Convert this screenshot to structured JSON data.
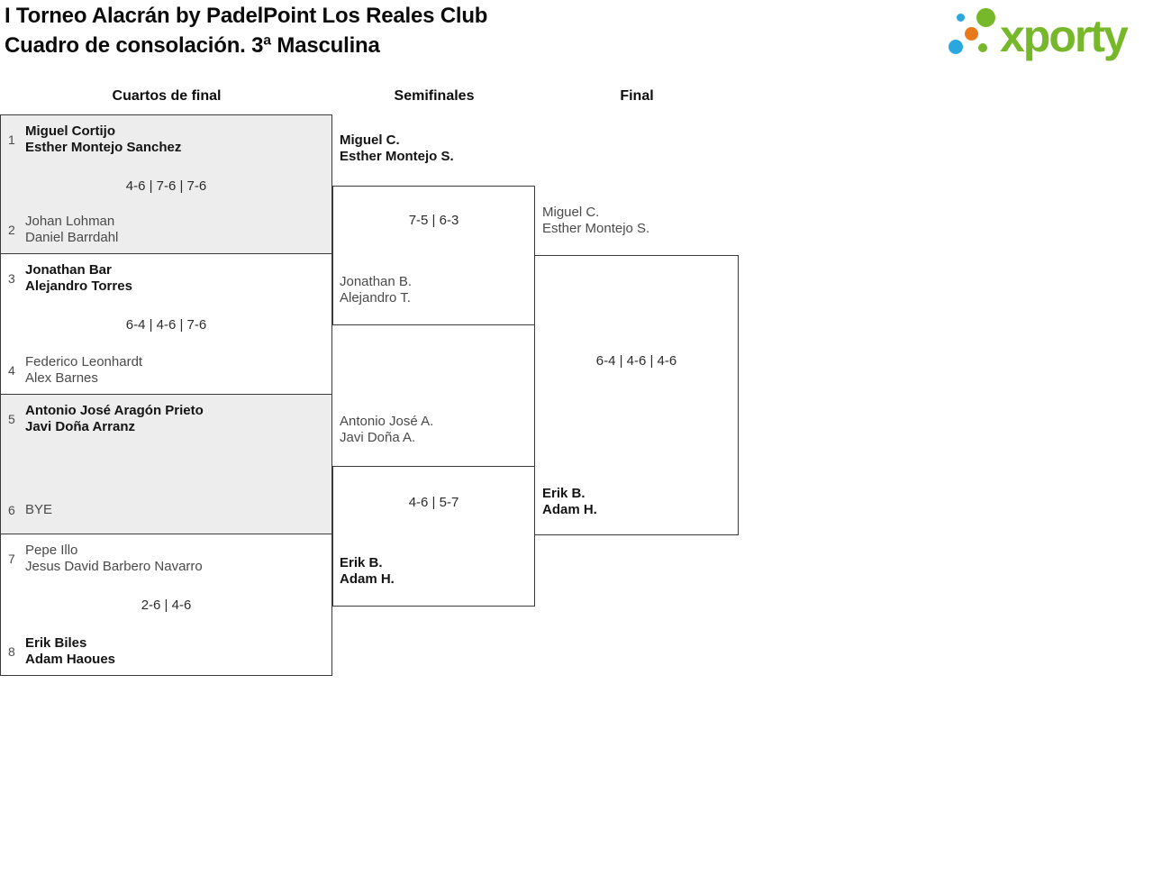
{
  "header": {
    "title_line1": "I Torneo Alacrán by PadelPoint Los Reales Club",
    "title_line2": "Cuadro de consolación. 3ª Masculina"
  },
  "logo": {
    "text": "xporty",
    "colors": {
      "green": "#76b82a",
      "blue": "#29a8e0",
      "orange": "#e87a1e"
    }
  },
  "round_headers": {
    "quarterfinals": "Cuartos de final",
    "semifinals": "Semifinales",
    "final": "Final"
  },
  "quarterfinals": [
    {
      "seed_top": "1",
      "team_top": [
        "Miguel Cortijo",
        "Esther Montejo Sanchez"
      ],
      "score": "4-6 | 7-6 | 7-6",
      "seed_bottom": "2",
      "team_bottom": [
        "Johan Lohman",
        "Daniel Barrdahl"
      ],
      "winner": "top"
    },
    {
      "seed_top": "3",
      "team_top": [
        "Jonathan Bar",
        "Alejandro Torres"
      ],
      "score": "6-4 | 4-6 | 7-6",
      "seed_bottom": "4",
      "team_bottom": [
        "Federico Leonhardt",
        "Alex Barnes"
      ],
      "winner": "top"
    },
    {
      "seed_top": "5",
      "team_top": [
        "Antonio José Aragón Prieto",
        "Javi Doña Arranz"
      ],
      "score": "",
      "seed_bottom": "6",
      "team_bottom": [
        "BYE"
      ],
      "winner": "top"
    },
    {
      "seed_top": "7",
      "team_top": [
        "Pepe Illo",
        "Jesus David Barbero Navarro"
      ],
      "score": "2-6 | 4-6",
      "seed_bottom": "8",
      "team_bottom": [
        "Erik Biles",
        "Adam Haoues"
      ],
      "winner": "bottom"
    }
  ],
  "semifinals": [
    {
      "team_top": [
        "Miguel C.",
        "Esther Montejo S."
      ],
      "score": "7-5 | 6-3",
      "team_bottom": [
        "Jonathan B.",
        "Alejandro T."
      ],
      "winner": "top"
    },
    {
      "team_top": [
        "Antonio José A.",
        "Javi Doña A."
      ],
      "score": "4-6 | 5-7",
      "team_bottom": [
        "Erik B.",
        "Adam H."
      ],
      "winner": "bottom"
    }
  ],
  "final": {
    "team_top": [
      "Miguel C.",
      "Esther Montejo S."
    ],
    "score": "6-4 | 4-6 | 4-6",
    "team_bottom": [
      "Erik B.",
      "Adam H."
    ],
    "winner": "bottom"
  },
  "colors": {
    "bracket_border": "#3a3a3a",
    "match_alt_bg": "#ededed",
    "winner_text": "#141414",
    "loser_text": "#4a4a4a"
  }
}
